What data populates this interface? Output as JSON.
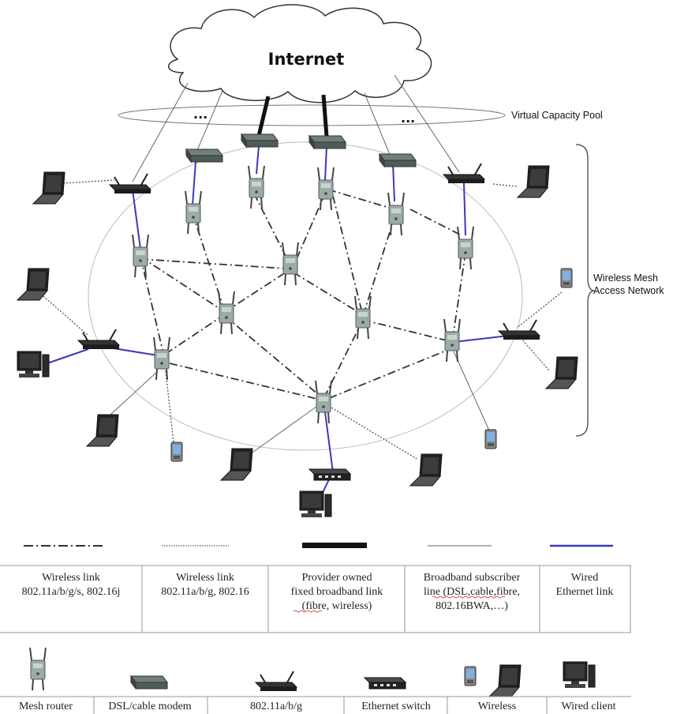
{
  "cloud": {
    "label": "Internet"
  },
  "virtual_capacity_pool": {
    "label": "Virtual Capacity Pool",
    "ellipsis": "..."
  },
  "access_network": {
    "label_line1": "Wireless Mesh",
    "label_line2": "Access Network"
  },
  "colors": {
    "wired_ethernet": "#3a3ab8",
    "broadband_link": "#111111",
    "subscriber_line": "#666666",
    "wireless_dotted": "#555555",
    "device_gray": "#8a9a94"
  },
  "legend": {
    "columns": [
      {
        "line_style": "dash-dot",
        "lines": [
          "Wireless link",
          "802.11a/b/g/s, 802.16j"
        ]
      },
      {
        "line_style": "dotted",
        "lines": [
          "Wireless link",
          "802.11a/b/g, 802.16"
        ]
      },
      {
        "line_style": "thick",
        "lines": [
          "Provider owned",
          "fixed broadband link",
          "(fibre, wireless)"
        ]
      },
      {
        "line_style": "thin",
        "lines": [
          "Broadband subscriber",
          "line (DSL,cable,fibre,",
          "802.16BWA,…)"
        ]
      },
      {
        "line_style": "blue",
        "lines": [
          "Wired",
          "Ethernet link"
        ]
      }
    ],
    "devices": [
      {
        "icon": "mesh-router-icon",
        "label": "Mesh router"
      },
      {
        "icon": "modem-icon",
        "label": "DSL/cable modem"
      },
      {
        "icon": "wireless-router-icon",
        "label": "802.11a/b/g"
      },
      {
        "icon": "ethernet-switch-icon",
        "label": "Ethernet switch"
      },
      {
        "icon": "wireless-client-icon",
        "label": "Wireless"
      },
      {
        "icon": "wired-client-icon",
        "label": "Wired client"
      }
    ]
  }
}
